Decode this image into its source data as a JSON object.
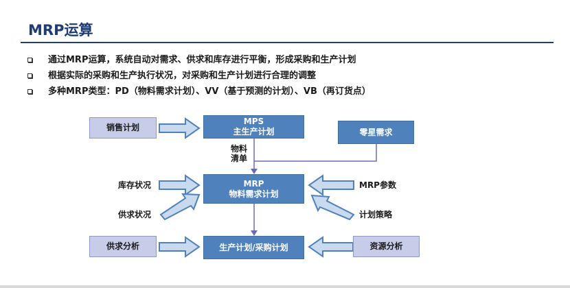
{
  "title": "MRP运算",
  "bullets": [
    "通过MRP运算，系统自动对需求、供求和库存进行平衡，形成采购和生产计划",
    "根据实际的采购和生产执行状况，对采购和生产计划进行合理的调整",
    "多种MRP类型：PD（物料需求计划）、VV（基于预测的计划）、VB（再订货点）"
  ],
  "diagram": {
    "sales_plan": "销售计划",
    "mps_line1": "MPS",
    "mps_line2": "主生产计划",
    "sporadic_demand": "零星需求",
    "bom_line1": "物料",
    "bom_line2": "清单",
    "inventory_status": "库存状况",
    "supply_status": "供求状况",
    "mrp_line1": "MRP",
    "mrp_line2": "物料需求计划",
    "mrp_params": "MRP参数",
    "plan_strategy": "计划策略",
    "supply_analysis": "供求分析",
    "production_plan": "生产计划/采购计划",
    "resource_analysis": "资源分析"
  },
  "colors": {
    "title": "#1f3c74",
    "box_blue": "#4f81bd",
    "box_light": "#c7cde9",
    "arrow_fill": "#c9d9ee",
    "arrow_stroke": "#4f81bd",
    "connector": "#6a6bb5"
  }
}
